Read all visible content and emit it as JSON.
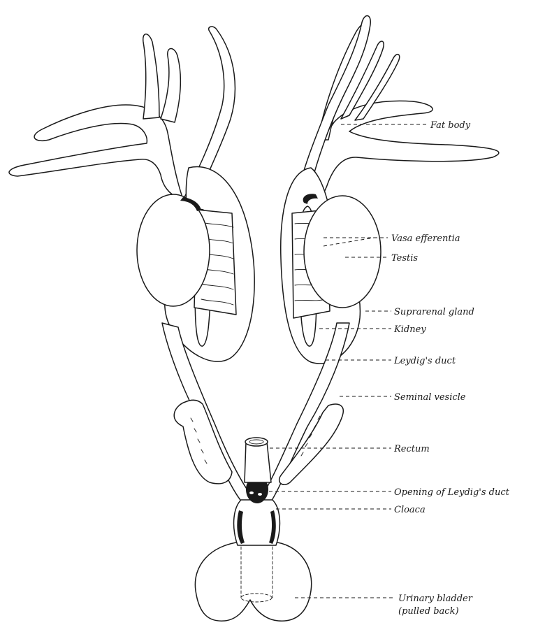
{
  "labels": {
    "fat_body": "Fat body",
    "vasa_efferentia": "Vasa efferentia",
    "testis": "Testis",
    "suprarenal_gland": "Suprarenal gland",
    "kidney": "Kidney",
    "leydigs_duct": "Leydig's duct",
    "seminal_vesicle": "Seminal vesicle",
    "rectum": "Rectum",
    "opening_of_leydigs_duct": "Opening of Leydig's duct",
    "cloaca": "Cloaca",
    "urinary_bladder_line1": "Urinary bladder",
    "urinary_bladder_line2": "(pulled back)"
  },
  "colors": {
    "ink": "#1a1a1a",
    "paper": "#ffffff"
  }
}
